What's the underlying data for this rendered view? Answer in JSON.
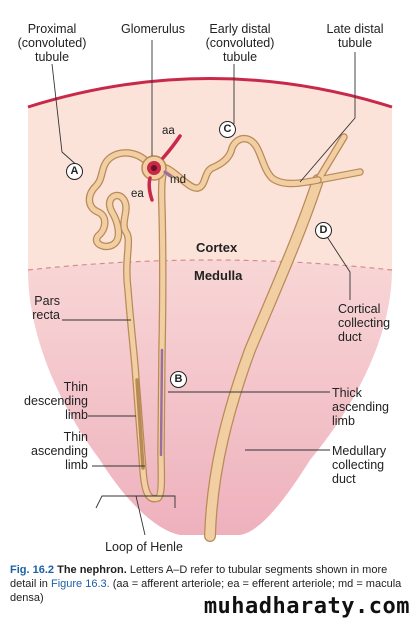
{
  "labels": {
    "proximal": "Proximal\n(convoluted)\ntubule",
    "glomerulus": "Glomerulus",
    "early_distal": "Early distal\n(convoluted)\ntubule",
    "late_distal": "Late distal\ntubule",
    "pars_recta": "Pars\nrecta",
    "thin_descending": "Thin\ndescending\nlimb",
    "thin_ascending": "Thin\nascending\nlimb",
    "loop_of_henle": "Loop of Henle",
    "cortical_collecting": "Cortical\ncollecting\nduct",
    "thick_ascending": "Thick\nascending\nlimb",
    "medullary_collecting": "Medullary\ncollecting\nduct",
    "aa": "aa",
    "ea": "ea",
    "md": "md"
  },
  "regions": {
    "cortex": "Cortex",
    "medulla": "Medulla"
  },
  "markers": {
    "a": "A",
    "b": "B",
    "c": "C",
    "d": "D"
  },
  "caption": {
    "fig": "Fig. 16.2",
    "title": "The nephron.",
    "text1": "Letters A–D refer to tubular segments shown in more detail in",
    "ref": "Figure 16.3.",
    "text2": "(aa = afferent arteriole; ea = efferent arteriole; md = macula densa)"
  },
  "watermark": "muhadharaty.com",
  "colors": {
    "cortex": "#fbe3da",
    "medulla": "#f3c3c9",
    "capsule": "#c8294a",
    "tubule": "#f2cfa3",
    "tubule_outline": "#b98a57",
    "arteriole": "#c8294a",
    "caption_blue": "#1b5fa6"
  }
}
